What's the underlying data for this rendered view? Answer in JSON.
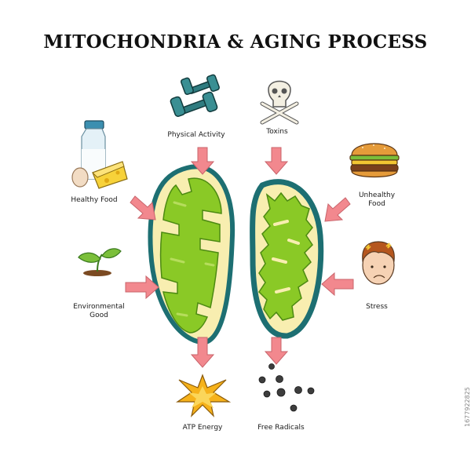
{
  "title": "MITOCHONDRIA & AGING PROCESS",
  "labels": {
    "physical_activity": "Physical Activity",
    "toxins": "Toxins",
    "healthy_food": "Healthy Food",
    "unhealthy_food": "Unhealthy Food",
    "environmental_good": "Environmental Good",
    "stress": "Stress",
    "atp_energy": "ATP Energy",
    "free_radicals": "Free Radicals"
  },
  "image_id": "1677922825",
  "icons": {
    "physical_activity": "dumbbell-icon",
    "toxins": "skull-crossbones-icon",
    "healthy_food": "milk-cheese-egg-icon",
    "unhealthy_food": "burger-icon",
    "environmental_good": "sprout-icon",
    "stress": "stressed-face-icon",
    "atp_energy": "energy-burst-icon",
    "free_radicals": "free-radical-particles-icon"
  },
  "colors": {
    "arrow": "#f2888e",
    "arrow_stroke": "#c9646b",
    "membrane": "#1d6f72",
    "inner_space": "#f8eeb0",
    "matrix": "#8ac926",
    "matrix_stroke": "#4c8a12",
    "energy": "#f6b21b"
  }
}
